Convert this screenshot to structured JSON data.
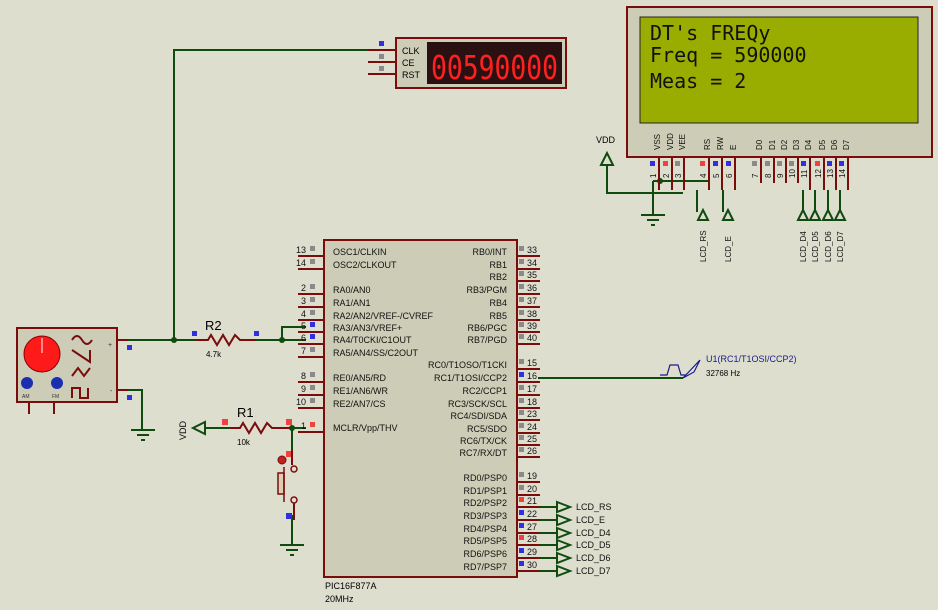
{
  "lcd": {
    "lines": [
      "DT's FREQy",
      "Freq = 590000",
      "Meas = 2"
    ],
    "pins": [
      {
        "num": "1",
        "name": "VSS",
        "state": "blue"
      },
      {
        "num": "2",
        "name": "VDD",
        "state": "red"
      },
      {
        "num": "3",
        "name": "VEE",
        "state": "gray"
      },
      {
        "num": "4",
        "name": "RS",
        "state": "red"
      },
      {
        "num": "5",
        "name": "RW",
        "state": "blue"
      },
      {
        "num": "6",
        "name": "E",
        "state": "blue"
      },
      {
        "num": "7",
        "name": "D0",
        "state": "gray"
      },
      {
        "num": "8",
        "name": "D1",
        "state": "gray"
      },
      {
        "num": "9",
        "name": "D2",
        "state": "gray"
      },
      {
        "num": "10",
        "name": "D3",
        "state": "gray"
      },
      {
        "num": "11",
        "name": "D4",
        "state": "blue"
      },
      {
        "num": "12",
        "name": "D5",
        "state": "red"
      },
      {
        "num": "13",
        "name": "D6",
        "state": "blue"
      },
      {
        "num": "14",
        "name": "D7",
        "state": "blue"
      }
    ],
    "vdd_label": "VDD",
    "terminals": [
      "LCD_RS",
      "LCD_E",
      "LCD_D4",
      "LCD_D5",
      "LCD_D6",
      "LCD_D7"
    ]
  },
  "counter": {
    "pins": [
      "CLK",
      "CE",
      "RST"
    ],
    "display": "00590000"
  },
  "mcu": {
    "part": "PIC16F877A",
    "clock": "20MHz",
    "left_pins": [
      {
        "num": "13",
        "name": "OSC1/CLKIN",
        "state": "gray"
      },
      {
        "num": "14",
        "name": "OSC2/CLKOUT",
        "state": "gray"
      },
      {
        "num": "2",
        "name": "RA0/AN0",
        "state": "gray"
      },
      {
        "num": "3",
        "name": "RA1/AN1",
        "state": "gray"
      },
      {
        "num": "4",
        "name": "RA2/AN2/VREF-/CVREF",
        "state": "gray"
      },
      {
        "num": "5",
        "name": "RA3/AN3/VREF+",
        "state": "blue"
      },
      {
        "num": "6",
        "name": "RA4/T0CKI/C1OUT",
        "state": "blue"
      },
      {
        "num": "7",
        "name": "RA5/AN4/SS/C2OUT",
        "state": "gray"
      },
      {
        "num": "8",
        "name": "RE0/AN5/RD",
        "state": "gray"
      },
      {
        "num": "9",
        "name": "RE1/AN6/WR",
        "state": "gray"
      },
      {
        "num": "10",
        "name": "RE2/AN7/CS",
        "state": "gray"
      },
      {
        "num": "1",
        "name": "MCLR/Vpp/THV",
        "state": "red"
      }
    ],
    "right_pins": [
      {
        "num": "33",
        "name": "RB0/INT",
        "state": "gray"
      },
      {
        "num": "34",
        "name": "RB1",
        "state": "gray"
      },
      {
        "num": "35",
        "name": "RB2",
        "state": "gray"
      },
      {
        "num": "36",
        "name": "RB3/PGM",
        "state": "gray"
      },
      {
        "num": "37",
        "name": "RB4",
        "state": "gray"
      },
      {
        "num": "38",
        "name": "RB5",
        "state": "gray"
      },
      {
        "num": "39",
        "name": "RB6/PGC",
        "state": "gray"
      },
      {
        "num": "40",
        "name": "RB7/PGD",
        "state": "gray"
      },
      {
        "num": "15",
        "name": "RC0/T1OSO/T1CKI",
        "state": "gray"
      },
      {
        "num": "16",
        "name": "RC1/T1OSI/CCP2",
        "state": "blue"
      },
      {
        "num": "17",
        "name": "RC2/CCP1",
        "state": "gray"
      },
      {
        "num": "18",
        "name": "RC3/SCK/SCL",
        "state": "gray"
      },
      {
        "num": "23",
        "name": "RC4/SDI/SDA",
        "state": "gray"
      },
      {
        "num": "24",
        "name": "RC5/SDO",
        "state": "gray"
      },
      {
        "num": "25",
        "name": "RC6/TX/CK",
        "state": "gray"
      },
      {
        "num": "26",
        "name": "RC7/RX/DT",
        "state": "gray"
      },
      {
        "num": "19",
        "name": "RD0/PSP0",
        "state": "gray"
      },
      {
        "num": "20",
        "name": "RD1/PSP1",
        "state": "gray"
      },
      {
        "num": "21",
        "name": "RD2/PSP2",
        "state": "red"
      },
      {
        "num": "22",
        "name": "RD3/PSP3",
        "state": "blue"
      },
      {
        "num": "27",
        "name": "RD4/PSP4",
        "state": "blue"
      },
      {
        "num": "28",
        "name": "RD5/PSP5",
        "state": "red"
      },
      {
        "num": "29",
        "name": "RD6/PSP6",
        "state": "blue"
      },
      {
        "num": "30",
        "name": "RD7/PSP7",
        "state": "blue"
      }
    ],
    "terminals": [
      "LCD_RS",
      "LCD_E",
      "LCD_D4",
      "LCD_D5",
      "LCD_D6",
      "LCD_D7"
    ]
  },
  "r2": {
    "name": "R2",
    "value": "4.7k"
  },
  "r1": {
    "name": "R1",
    "value": "10k"
  },
  "vdd_left": "VDD",
  "siggen": {
    "am_label": "AM",
    "fm_label": "FM",
    "plus": "+",
    "minus": "-"
  },
  "clock_source": {
    "name": "U1(RC1/T1OSI/CCP2)",
    "freq": "32768 Hz"
  },
  "colors": {
    "wire": "#0f4a0f",
    "pin": "#7a0c0c",
    "body": "#cdcdb7",
    "lcd_screen": "#98ad00",
    "seg": "#ff2020",
    "pin_blue": "#3030e0",
    "pin_red": "#f04040",
    "pin_gray": "#8a8a8a"
  }
}
